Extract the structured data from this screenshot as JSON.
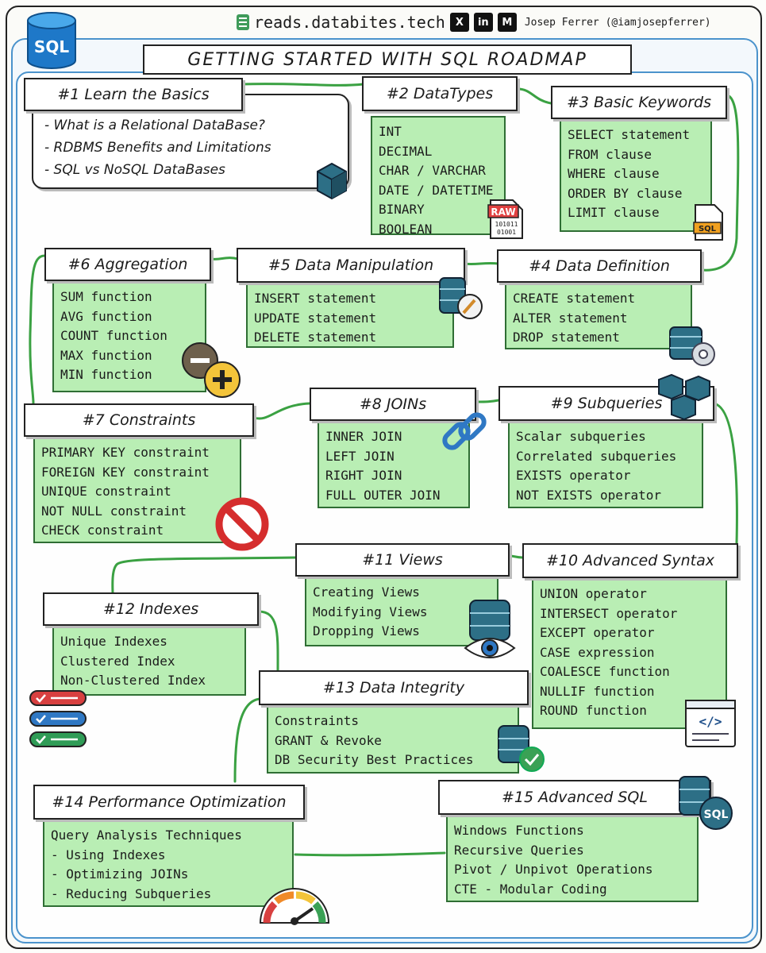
{
  "header": {
    "site": "reads.databites.tech",
    "author": "Josep Ferrer (@iamjosepferrer)",
    "logo_text": "SQL",
    "social": [
      "X",
      "in",
      "M"
    ],
    "title": "GETTING STARTED WITH SQL ROADMAP"
  },
  "steps": [
    {
      "title": "#1 Learn the Basics",
      "items": [
        "- What is a Relational DataBase?",
        "- RDBMS Benefits and Limitations",
        "- SQL vs NoSQL DataBases"
      ]
    },
    {
      "title": "#2 DataTypes",
      "items": [
        "INT",
        "DECIMAL",
        "CHAR / VARCHAR",
        "DATE / DATETIME",
        "BINARY",
        "BOOLEAN"
      ]
    },
    {
      "title": "#3 Basic Keywords",
      "items": [
        "SELECT statement",
        "FROM clause",
        "WHERE clause",
        "ORDER BY clause",
        "LIMIT clause"
      ]
    },
    {
      "title": "#4 Data Definition",
      "items": [
        "CREATE statement",
        "ALTER statement",
        "DROP statement"
      ]
    },
    {
      "title": "#5 Data Manipulation",
      "items": [
        "INSERT statement",
        "UPDATE statement",
        "DELETE statement"
      ]
    },
    {
      "title": "#6 Aggregation",
      "items": [
        "SUM function",
        "AVG function",
        "COUNT function",
        "MAX function",
        "MIN function"
      ]
    },
    {
      "title": "#7 Constraints",
      "items": [
        "PRIMARY KEY constraint",
        "FOREIGN KEY constraint",
        "UNIQUE constraint",
        "NOT NULL constraint",
        "CHECK constraint"
      ]
    },
    {
      "title": "#8 JOINs",
      "items": [
        "INNER JOIN",
        "LEFT JOIN",
        "RIGHT JOIN",
        "FULL OUTER JOIN"
      ]
    },
    {
      "title": "#9 Subqueries",
      "items": [
        "Scalar subqueries",
        "Correlated subqueries",
        "EXISTS operator",
        "NOT EXISTS operator"
      ]
    },
    {
      "title": "#10 Advanced Syntax",
      "items": [
        "UNION operator",
        "INTERSECT operator",
        "EXCEPT operator",
        "CASE expression",
        "COALESCE function",
        "NULLIF function",
        "ROUND function"
      ]
    },
    {
      "title": "#11 Views",
      "items": [
        "Creating Views",
        "Modifying Views",
        "Dropping Views"
      ]
    },
    {
      "title": "#12 Indexes",
      "items": [
        "Unique Indexes",
        "Clustered Index",
        "Non-Clustered Index"
      ]
    },
    {
      "title": "#13 Data Integrity",
      "items": [
        "Constraints",
        "GRANT & Revoke",
        "DB Security Best Practices"
      ]
    },
    {
      "title": "#14 Performance Optimization",
      "items": [
        "Query Analysis Techniques",
        "- Using Indexes",
        "- Optimizing JOINs",
        "- Reducing Subqueries"
      ]
    },
    {
      "title": "#15 Advanced SQL",
      "items": [
        "Windows Functions",
        "Recursive Queries",
        "Pivot / Unpivot Operations",
        "CTE - Modular Coding"
      ]
    }
  ],
  "icon_labels": {
    "raw": "RAW",
    "raw_bits": [
      "101011",
      "01001"
    ],
    "sql_file": "SQL",
    "sql_db": "SQL",
    "code": "</>"
  },
  "colors": {
    "box_fill": "#b9eeb4",
    "box_border": "#2f6e34",
    "connector": "#3aa142",
    "accent_blue": "#4b93cc"
  }
}
